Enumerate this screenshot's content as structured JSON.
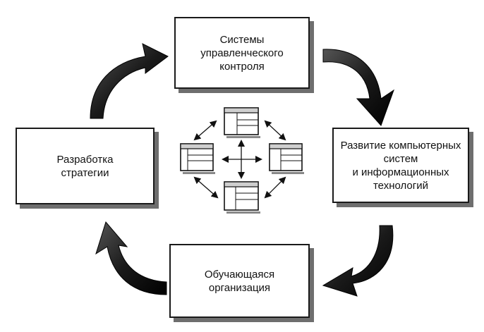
{
  "diagram": {
    "nodes": [
      {
        "id": "top",
        "label": "Системы\nуправленческого\nконтроля"
      },
      {
        "id": "right",
        "label": "Развитие компьютерных\nсистем\nи информационных\nтехнологий"
      },
      {
        "id": "bottom",
        "label": "Обучающаяся\nорганизация"
      },
      {
        "id": "left",
        "label": "Разработка\nстратегии"
      }
    ],
    "cycle": [
      "top",
      "right",
      "bottom",
      "left"
    ],
    "center": {
      "description_icon": "network-of-four-windows",
      "windows": 4,
      "connections": "bidirectional"
    },
    "colors": {
      "border": "#1a1a1a",
      "shadow": "#6e6e6e",
      "arrow_dark": "#111111",
      "center_fill": "#f4f4f4"
    }
  }
}
